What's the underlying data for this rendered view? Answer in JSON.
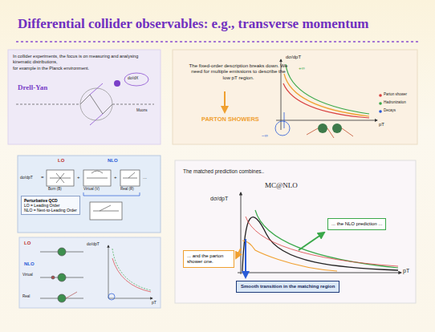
{
  "diagram": {
    "title": "Differential collider observables: e.g., transverse momentum",
    "nodes": [
      {
        "text": [
          "In collider experiments, the focus is on measuring and analysing kinematic distributions,",
          "for example in the Planck environment.",
          "Drell-Yan"
        ]
      },
      {
        "text": [
          "LO",
          "NLO"
        ]
      },
      {
        "text": [
          "Perturbative QCD",
          "LO = Leading Order",
          "NLO = Next-to-Leading Order"
        ],
        "in": 1
      },
      {
        "text": [
          "LO",
          "NLO"
        ]
      },
      {
        "text": [
          "The fixed-order description breaks down. We need for multiple emissions to describe the low pT region.",
          "PARTON SHOWERS"
        ]
      },
      {
        "text": [
          "The matched prediction combines..",
          "MC@NLO"
        ]
      },
      {
        "text": [
          "... the NLO prediction ..."
        ],
        "in": 5
      },
      {
        "text": [
          "... and the parton shower one."
        ],
        "in": 5
      },
      {
        "text": [
          "Smooth transition in the matching region"
        ],
        "in": 5
      }
    ],
    "labels": [
      "dσ/dX",
      "Muons",
      "dσ/dpT",
      "=",
      "+",
      "+",
      "...",
      "Born (B)",
      "Virtual (V)",
      "Real (R)",
      "Virtual",
      "Real",
      "dσ/dpT",
      "pT",
      "dσ/dpT",
      "pT",
      "+∞",
      "−∞",
      "Parton shower",
      "Hadronization",
      "Decays",
      "dσ/dpT",
      "pT"
    ]
  }
}
